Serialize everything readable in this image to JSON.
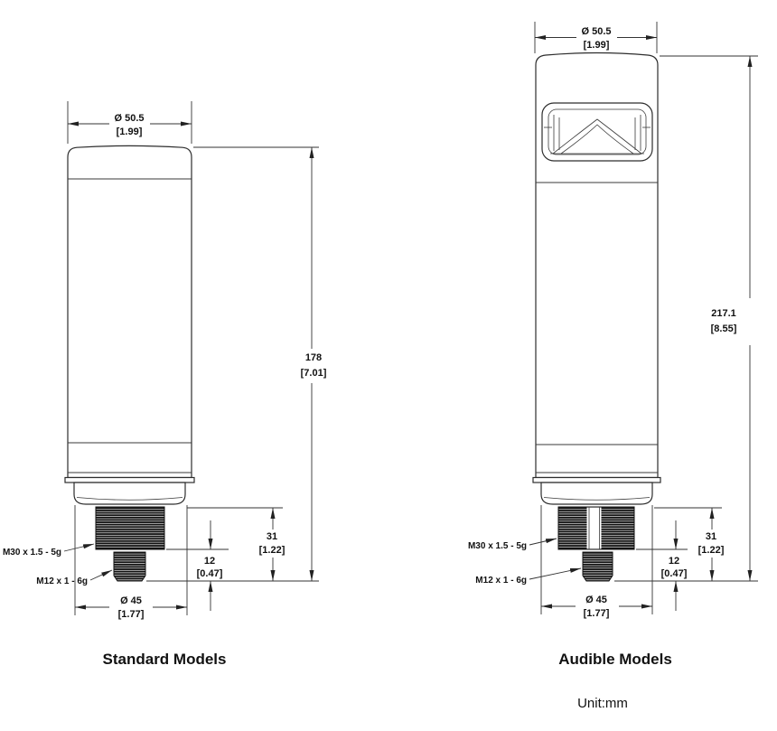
{
  "drawing": {
    "standard": {
      "title": "Standard Models",
      "top_diameter_mm": "Ø 50.5",
      "top_diameter_in": "[1.99]",
      "height_mm": "178",
      "height_in": "[7.01]",
      "mount_height_mm": "31",
      "mount_height_in": "[1.22]",
      "m12_length_mm": "12",
      "m12_length_in": "[0.47]",
      "base_diameter_mm": "Ø 45",
      "base_diameter_in": "[1.77]",
      "m30_thread_label": "M30 x 1.5 - 5g",
      "m12_thread_label": "M12 x 1 - 6g"
    },
    "audible": {
      "title": "Audible Models",
      "top_diameter_mm": "Ø 50.5",
      "top_diameter_in": "[1.99]",
      "height_mm": "217.1",
      "height_in": "[8.55]",
      "mount_height_mm": "31",
      "mount_height_in": "[1.22]",
      "m12_length_mm": "12",
      "m12_length_in": "[0.47]",
      "base_diameter_mm": "Ø 45",
      "base_diameter_in": "[1.77]",
      "m30_thread_label": "M30 x 1.5 - 5g",
      "m12_thread_label": "M12 x 1 - 6g"
    },
    "unit_note": "Unit:mm"
  },
  "colors": {
    "line": "#333333",
    "text": "#111111",
    "thread_fill": "#101010"
  }
}
